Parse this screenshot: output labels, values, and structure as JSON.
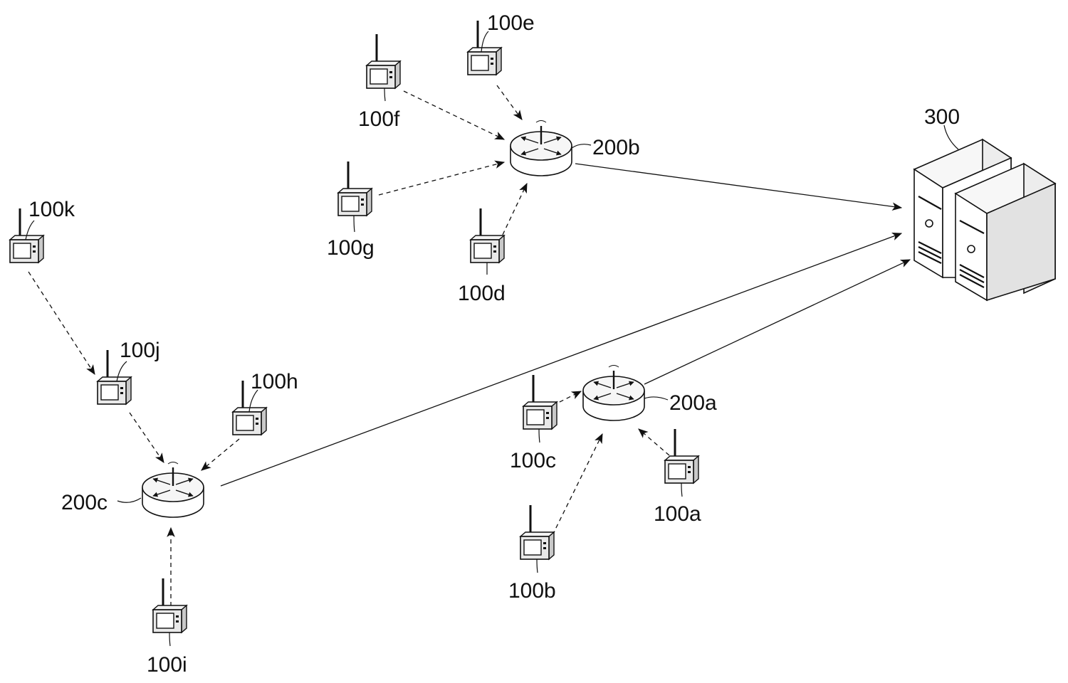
{
  "figure": {
    "server": {
      "label": "300"
    },
    "gateways": [
      {
        "id": "200a",
        "label": "200a"
      },
      {
        "id": "200b",
        "label": "200b"
      },
      {
        "id": "200c",
        "label": "200c"
      }
    ],
    "devices": [
      {
        "id": "100a",
        "label": "100a",
        "connects_to": "200a"
      },
      {
        "id": "100b",
        "label": "100b",
        "connects_to": "200a"
      },
      {
        "id": "100c",
        "label": "100c",
        "connects_to": "200a"
      },
      {
        "id": "100d",
        "label": "100d",
        "connects_to": "200b"
      },
      {
        "id": "100e",
        "label": "100e",
        "connects_to": "200b"
      },
      {
        "id": "100f",
        "label": "100f",
        "connects_to": "200b"
      },
      {
        "id": "100g",
        "label": "100g",
        "connects_to": "200b"
      },
      {
        "id": "100h",
        "label": "100h",
        "connects_to": "200c"
      },
      {
        "id": "100i",
        "label": "100i",
        "connects_to": "200c"
      },
      {
        "id": "100j",
        "label": "100j",
        "connects_to": "200c"
      },
      {
        "id": "100k",
        "label": "100k",
        "connects_to": "100j"
      }
    ],
    "uplinks": [
      {
        "from": "200a",
        "to": "300"
      },
      {
        "from": "200b",
        "to": "300"
      },
      {
        "from": "200c",
        "to": "300"
      }
    ]
  }
}
